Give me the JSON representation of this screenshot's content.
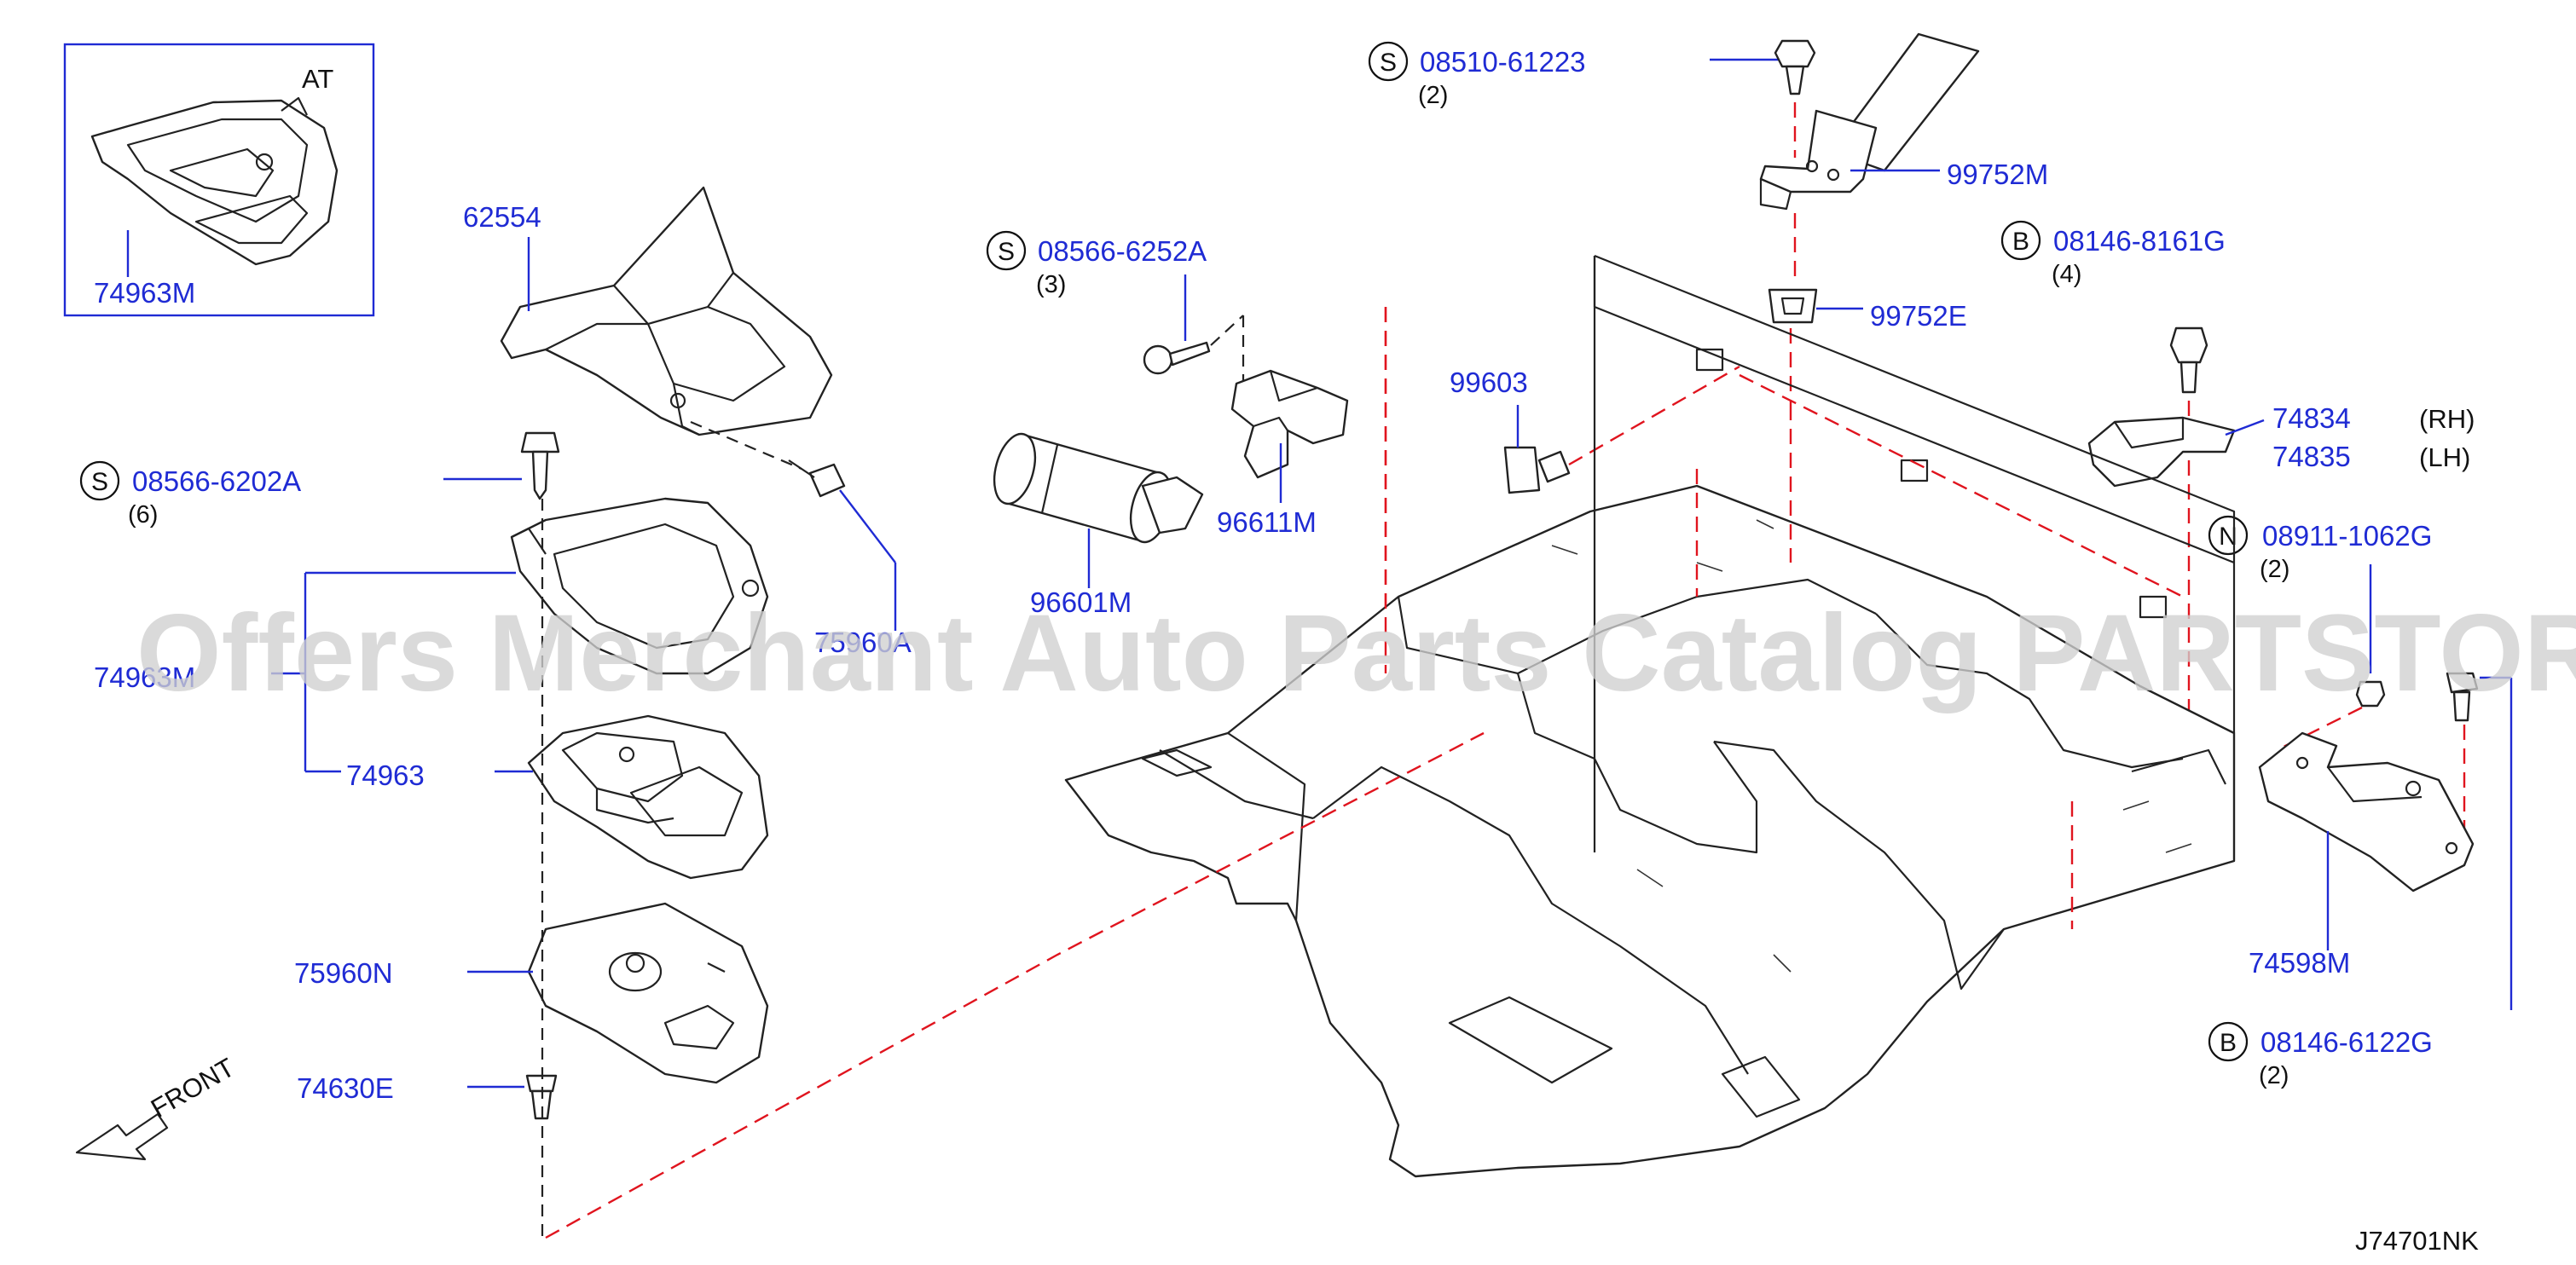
{
  "parts": [
    {
      "id": "p1",
      "number": "74963M",
      "note": "AT"
    },
    {
      "id": "p2",
      "number": "62554"
    },
    {
      "id": "p3",
      "number": "08566-6202A",
      "marker": "S",
      "qty": "(6)"
    },
    {
      "id": "p4",
      "number": "74963M"
    },
    {
      "id": "p5",
      "number": "74963"
    },
    {
      "id": "p6",
      "number": "75960N"
    },
    {
      "id": "p7",
      "number": "74630E"
    },
    {
      "id": "p8",
      "number": "75960A"
    },
    {
      "id": "p9",
      "number": "08566-6252A",
      "marker": "S",
      "qty": "(3)"
    },
    {
      "id": "p10",
      "number": "96611M"
    },
    {
      "id": "p11",
      "number": "96601M"
    },
    {
      "id": "p12",
      "number": "08510-61223",
      "marker": "S",
      "qty": "(2)"
    },
    {
      "id": "p13",
      "number": "99752M"
    },
    {
      "id": "p14",
      "number": "99752E"
    },
    {
      "id": "p15",
      "number": "99603"
    },
    {
      "id": "p16",
      "number": "08146-8161G",
      "marker": "B",
      "qty": "(4)"
    },
    {
      "id": "p17",
      "number": "74834",
      "side": "(RH)"
    },
    {
      "id": "p18",
      "number": "74835",
      "side": "(LH)"
    },
    {
      "id": "p19",
      "number": "08911-1062G",
      "marker": "N",
      "qty": "(2)"
    },
    {
      "id": "p20",
      "number": "74598M"
    },
    {
      "id": "p21",
      "number": "08146-6122G",
      "marker": "B",
      "qty": "(2)"
    }
  ],
  "front_label": "FRONT",
  "diagram_code": "J74701NK",
  "watermark": "Offers Merchant Auto Parts Catalog PARTSTORE.SA",
  "colors": {
    "part_number": "#1f2bd4",
    "leader_line": "#1f2bd4",
    "hidden_line": "#e0141e",
    "drawing": "#222222"
  }
}
